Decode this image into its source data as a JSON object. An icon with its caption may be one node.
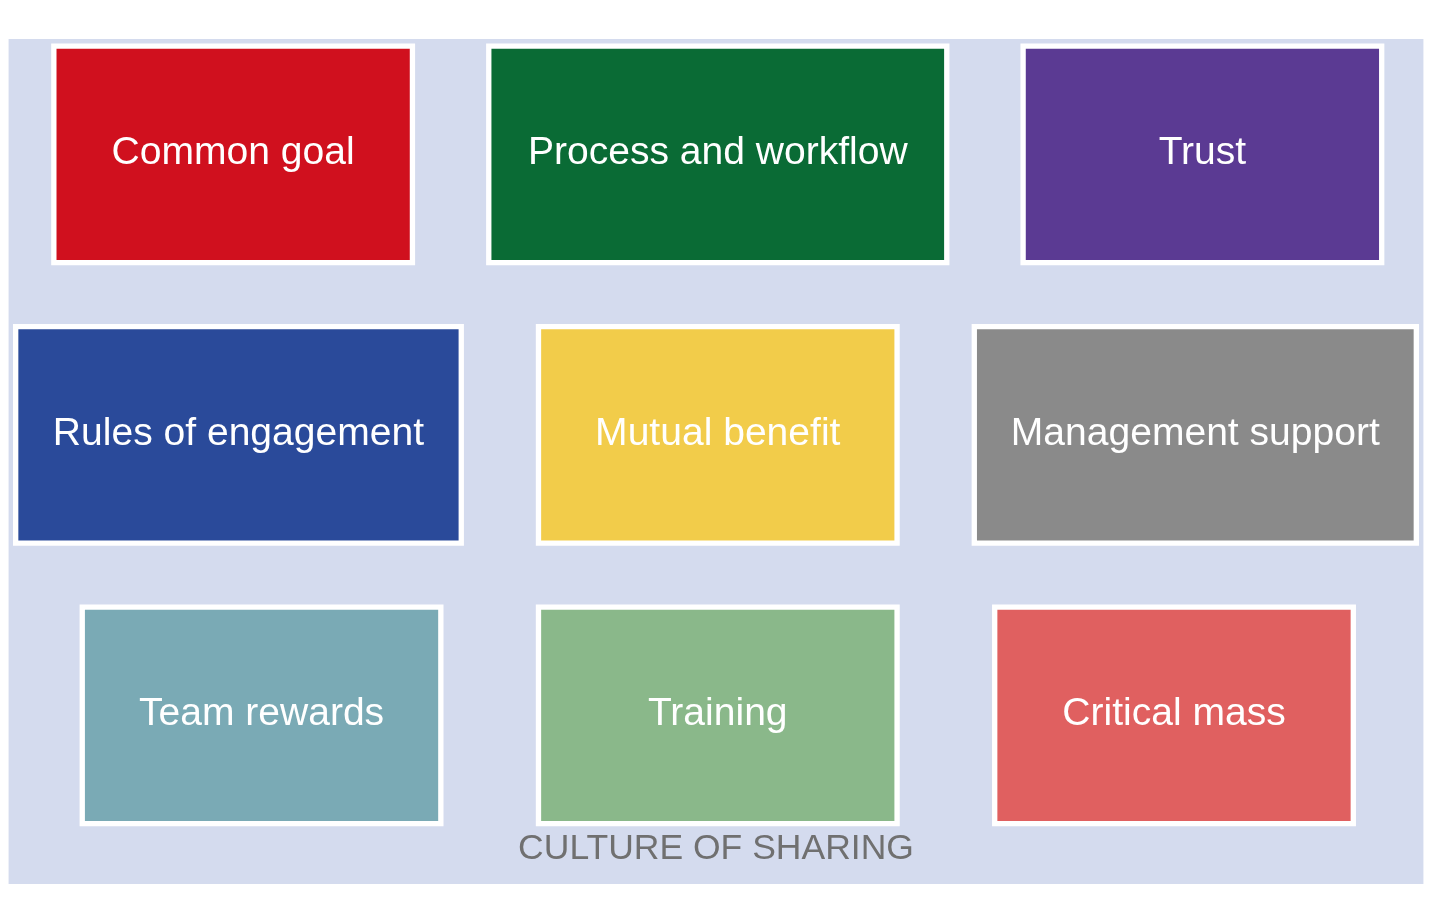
{
  "diagram": {
    "caption": "CULTURE OF SHARING",
    "nodes": [
      {
        "text": [
          "Common goal"
        ]
      },
      {
        "text": [
          "Process and workflow"
        ]
      },
      {
        "text": [
          "Trust"
        ]
      },
      {
        "text": [
          "Rules of engagement"
        ]
      },
      {
        "text": [
          "Mutual benefit"
        ]
      },
      {
        "text": [
          "Management support"
        ]
      },
      {
        "text": [
          "Team rewards"
        ]
      },
      {
        "text": [
          "Training"
        ]
      },
      {
        "text": [
          "Critical mass"
        ]
      }
    ]
  }
}
